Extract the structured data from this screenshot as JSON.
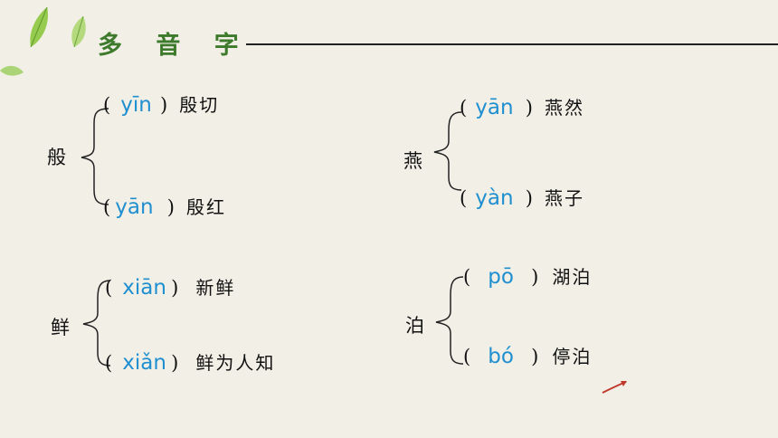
{
  "title": "多 音 字",
  "groups": [
    {
      "char": "般",
      "readings": [
        {
          "open": "(",
          "pinyin": "yīn",
          "close": ")",
          "word": "殷切"
        },
        {
          "open": "(",
          "pinyin": "yān",
          "close": ")",
          "word": "殷红"
        }
      ]
    },
    {
      "char": "燕",
      "readings": [
        {
          "open": "(",
          "pinyin": "yān",
          "close": ")",
          "word": "燕然"
        },
        {
          "open": "(",
          "pinyin": "yàn",
          "close": ")",
          "word": "燕子"
        }
      ]
    },
    {
      "char": "鲜",
      "readings": [
        {
          "open": "(",
          "pinyin": "xiān",
          "close": ")",
          "word": "新鲜"
        },
        {
          "open": "(",
          "pinyin": "xiǎn",
          "close": ")",
          "word": "鲜为人知"
        }
      ]
    },
    {
      "char": "泊",
      "readings": [
        {
          "open": "(",
          "pinyin": "pō",
          "close": ")",
          "word": "湖泊"
        },
        {
          "open": "(",
          "pinyin": "bó",
          "close": ")",
          "word": "停泊"
        }
      ]
    }
  ],
  "colors": {
    "background": "#f1efe6",
    "pinyin": "#1f8fd0",
    "title": "#3d7a2c",
    "leaf": "#7cc24a"
  },
  "icons": [
    "leaf-icon",
    "arrow-icon"
  ]
}
